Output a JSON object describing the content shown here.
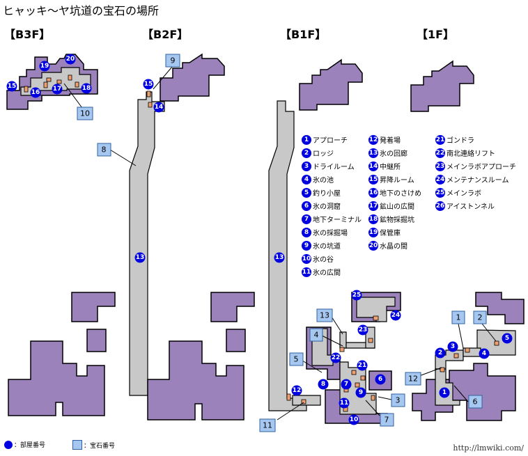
{
  "title": "ヒャッキ～ヤ坑道の宝石の場所",
  "floors": [
    {
      "id": "b3f",
      "label": "【B3F】"
    },
    {
      "id": "b2f",
      "label": "【B2F】"
    },
    {
      "id": "b1f",
      "label": "【B1F】"
    },
    {
      "id": "1f",
      "label": "【1F】"
    }
  ],
  "rooms": [
    {
      "n": "1",
      "name": "アプローチ"
    },
    {
      "n": "2",
      "name": "ロッジ"
    },
    {
      "n": "3",
      "name": "ドライルーム"
    },
    {
      "n": "4",
      "name": "氷の池"
    },
    {
      "n": "5",
      "name": "釣り小屋"
    },
    {
      "n": "6",
      "name": "氷の洞窟"
    },
    {
      "n": "7",
      "name": "地下ターミナル"
    },
    {
      "n": "8",
      "name": "氷の採掘場"
    },
    {
      "n": "9",
      "name": "氷の坑道"
    },
    {
      "n": "10",
      "name": "氷の谷"
    },
    {
      "n": "11",
      "name": "氷の広間"
    },
    {
      "n": "12",
      "name": "発着場"
    },
    {
      "n": "13",
      "name": "氷の回廊"
    },
    {
      "n": "14",
      "name": "中継所"
    },
    {
      "n": "15",
      "name": "昇降ルーム"
    },
    {
      "n": "16",
      "name": "地下のさけめ"
    },
    {
      "n": "17",
      "name": "鉱山の広間"
    },
    {
      "n": "18",
      "name": "鉱物採掘坑"
    },
    {
      "n": "19",
      "name": "保管庫"
    },
    {
      "n": "20",
      "name": "水晶の間"
    },
    {
      "n": "21",
      "name": "ゴンドラ"
    },
    {
      "n": "22",
      "name": "南北連絡リフト"
    },
    {
      "n": "23",
      "name": "メインラボアプローチ"
    },
    {
      "n": "24",
      "name": "メンテナンスルーム"
    },
    {
      "n": "25",
      "name": "メインラボ"
    },
    {
      "n": "26",
      "name": "アイストンネル"
    }
  ],
  "key": {
    "room_number": "：部屋番号",
    "gem_number": "：宝石番号"
  },
  "url": "http://lmwiki.com/",
  "colors": {
    "purple": "#9b82bb",
    "gray": "#c8c8c8",
    "blue_marker": "#0000e0",
    "gem_fill": "#a6c8f0",
    "door": "#f0a070"
  }
}
